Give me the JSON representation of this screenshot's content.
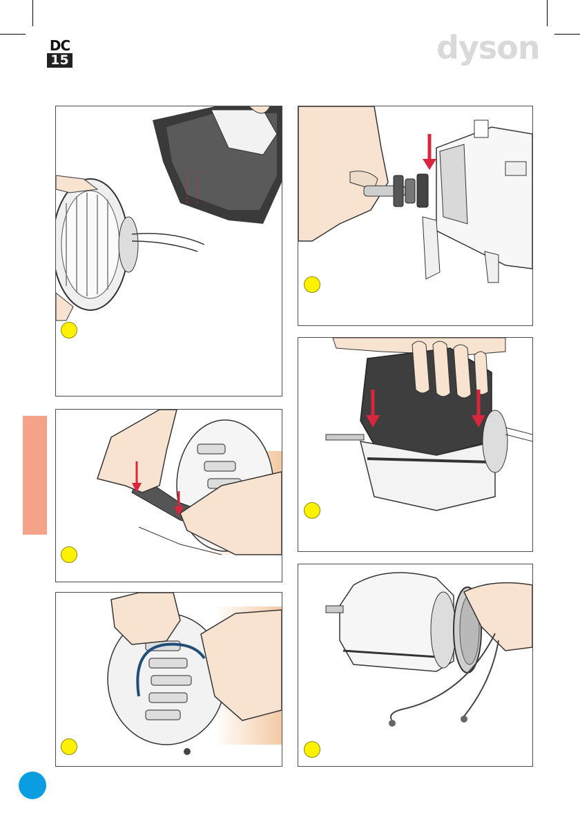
{
  "header": {
    "model_top": "DC",
    "model_bottom": "15",
    "brand": "dyson"
  },
  "panels": [
    {
      "id": "p1",
      "illustration": "motor-housing-fit"
    },
    {
      "id": "p2",
      "illustration": "shaft-insert"
    },
    {
      "id": "p3",
      "illustration": "clip-press"
    },
    {
      "id": "p4",
      "illustration": "cover-press-down"
    },
    {
      "id": "p5",
      "illustration": "cable-route"
    },
    {
      "id": "p6",
      "illustration": "end-cap-remove"
    }
  ],
  "colors": {
    "step_marker": "#fff200",
    "side_tab": "#f4a38a",
    "page_circle": "#0a9ee0",
    "arrow": "#d7263d",
    "cable": "#1f4e79",
    "skin": "#f7e3cf"
  }
}
